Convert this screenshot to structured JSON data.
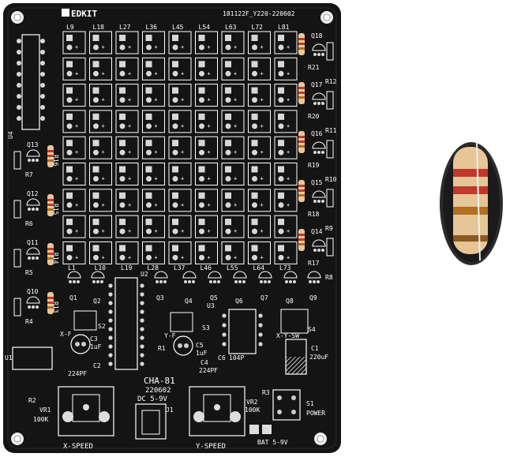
{
  "board": {
    "brand": "EDKIT",
    "code": "181122F_Y220-220602",
    "model": "CHA-81",
    "model_date": "220602",
    "power_in": "DC 5-9V",
    "battery": "BAT 5-9V"
  },
  "matrix": {
    "rows": 9,
    "cols": 9,
    "col_labels_top": [
      "L9",
      "L18",
      "L27",
      "L36",
      "L45",
      "L54",
      "L63",
      "L72",
      "L81"
    ],
    "col_labels_bottom": [
      "L1",
      "L10",
      "L19",
      "L28",
      "L37",
      "L46",
      "L55",
      "L64",
      "L73"
    ]
  },
  "transistors_left": [
    "Q13",
    "Q12",
    "Q11",
    "Q10"
  ],
  "resistors_left": [
    "R16",
    "R15",
    "R14",
    "R13"
  ],
  "resistors_left_low": [
    "R7",
    "R6",
    "R5",
    "R4"
  ],
  "transistors_right": [
    "Q18",
    "Q17",
    "Q16",
    "Q15",
    "Q14"
  ],
  "resistors_right": [
    "R21",
    "R20",
    "R19",
    "R18",
    "R17"
  ],
  "resistors_right_side": [
    "R12",
    "R11",
    "R10",
    "R9",
    "R8"
  ],
  "transistors_row": [
    "Q1",
    "Q2",
    "Q3",
    "Q4",
    "Q5",
    "Q6",
    "Q7",
    "Q8",
    "Q9"
  ],
  "labels": {
    "u1": "U1",
    "u2": "U2",
    "u3": "U3",
    "u4": "U4",
    "s1": "S1",
    "s2": "S2",
    "s3": "S3",
    "s4": "S4",
    "r1": "R1",
    "r2": "R2",
    "r3": "R3",
    "j1": "J1",
    "c1": "C1",
    "c1_val": "220uF",
    "c2": "C2",
    "c2_val": "224PF",
    "c3": "C3",
    "c3_val": "1uF",
    "c4": "C4",
    "c4_val": "224PF",
    "c5": "C5",
    "c5_val": "1uF",
    "c6": "C6",
    "c6_val": "104P",
    "vr1": "VR1",
    "vr1_val": "100K",
    "vr2": "VR2",
    "vr2_val": "100K",
    "xf": "X-F",
    "yf": "Y-F",
    "xysw": "X-Y-SW",
    "x_speed": "X-SPEED",
    "y_speed": "Y-SPEED",
    "power": "POWER"
  },
  "colors": {
    "pcb": "#141414",
    "silk": "#ffffff",
    "pad": "#d8d8d8",
    "resistor_body": "#e8c89a",
    "band_red": "#c0392b"
  }
}
